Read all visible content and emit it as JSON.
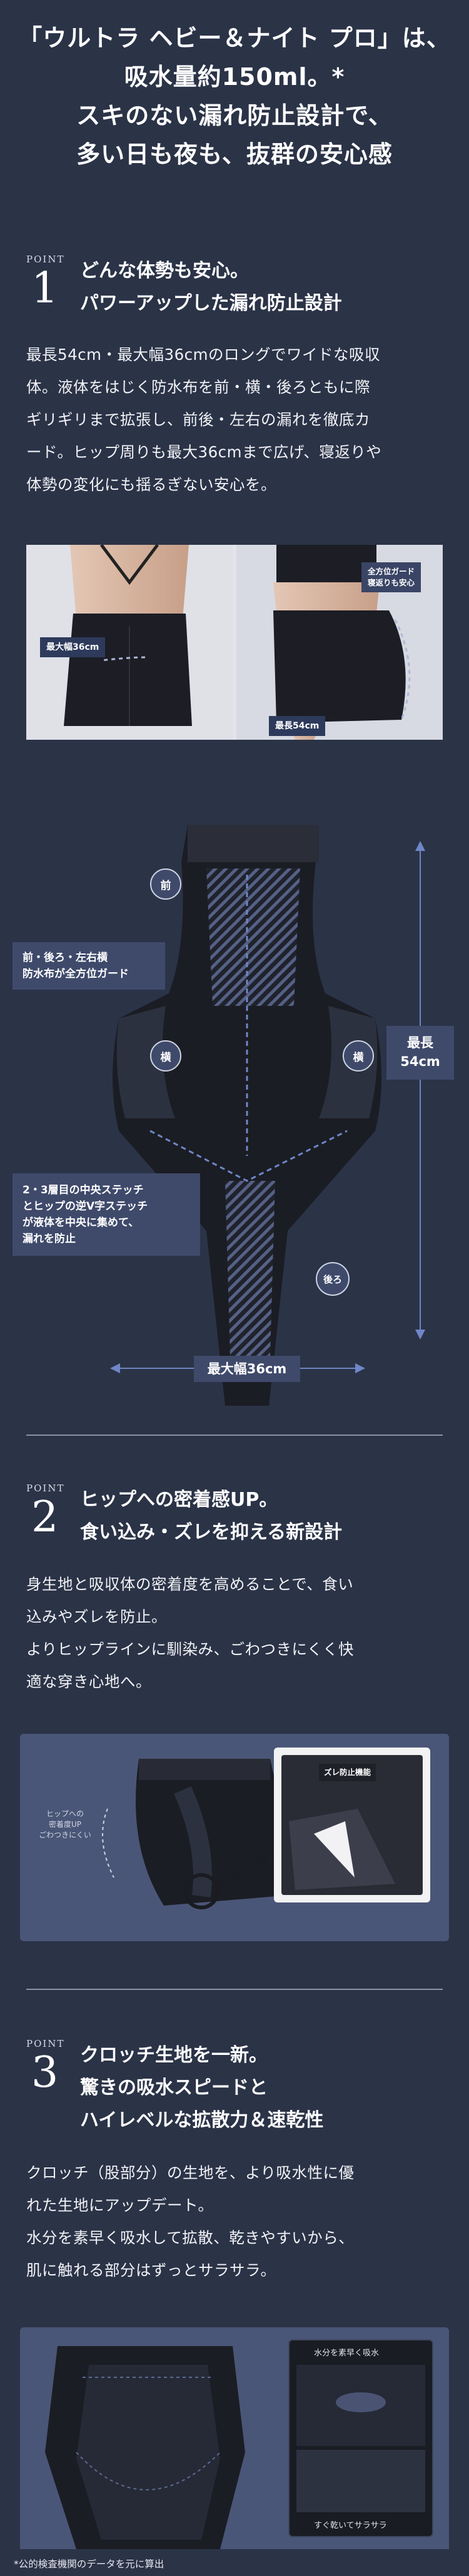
{
  "hero": {
    "line1": "「ウルトラ ヘビー＆ナイト プロ」は、",
    "line2": "吸水量約150ml。*",
    "line3": "スキのない漏れ防止設計で、",
    "line4": "多い日も夜も、抜群の安心感"
  },
  "point_label": "POINT",
  "point1": {
    "number": "1",
    "title_line1": "どんな体勢も安心。",
    "title_line2": "パワーアップした漏れ防止設計",
    "body": [
      "最長54cm・最大幅36cmのロングでワイドな吸収",
      "体。液体をはじく防水布を前・横・後ろともに際",
      "ギリギリまで拡張し、前後・左右の漏れを徹底カ",
      "ード。ヒップ周りも最大36cmまで広げ、寝返りや",
      "体勢の変化にも揺るぎない安心を。"
    ],
    "photo_labels": {
      "max_width": "最大幅36cm",
      "max_length": "最長54cm",
      "guard_line1": "全方位ガード",
      "guard_line2": "寝返りも安心"
    },
    "diagram": {
      "front": "前",
      "side_left": "横",
      "side_right": "横",
      "back": "後ろ",
      "guard_line1": "前・後ろ・左右横",
      "guard_line2": "防水布が全方位ガード",
      "stitch_line1": "2・3層目の中央ステッチ",
      "stitch_line2": "とヒップの逆V字ステッチ",
      "stitch_line3": "が液体を中央に集めて、",
      "stitch_line4": "漏れを防止",
      "length_line1": "最長",
      "length_line2": "54cm",
      "width": "最大幅36cm"
    }
  },
  "point2": {
    "number": "2",
    "title_line1": "ヒップへの密着感UP。",
    "title_line2": "食い込み・ズレを抑える新設計",
    "body": [
      "身生地と吸収体の密着度を高めることで、食い",
      "込みやズレを防止。",
      "よりヒップラインに馴染み、ごわつきにくく快",
      "適な穿き心地へ。"
    ],
    "photo_labels": {
      "fit_line1": "ヒップへの",
      "fit_line2": "密着度UP",
      "fit_line3": "ごわつきにくい",
      "anti_slip": "ズレ防止機能"
    }
  },
  "point3": {
    "number": "3",
    "title_line1": "クロッチ生地を一新。",
    "title_line2": "驚きの吸水スピードと",
    "title_line3": "ハイレベルな拡散力＆速乾性",
    "body": [
      "クロッチ（股部分）の生地を、より吸水性に優",
      "れた生地にアップデート。",
      "水分を素早く吸水して拡散、乾きやすいから、",
      "肌に触れる部分はずっとサラサラ。"
    ],
    "photo_labels": {
      "absorb": "水分を素早く吸水",
      "dry": "すぐ乾いてサラサラ"
    }
  },
  "footnote": "*公的検査機関のデータを元に算出",
  "colors": {
    "background": "#2b3347",
    "panel": "#3f4a6b",
    "photo_light": "#dcdfe6",
    "garment": "#1b1d24"
  }
}
